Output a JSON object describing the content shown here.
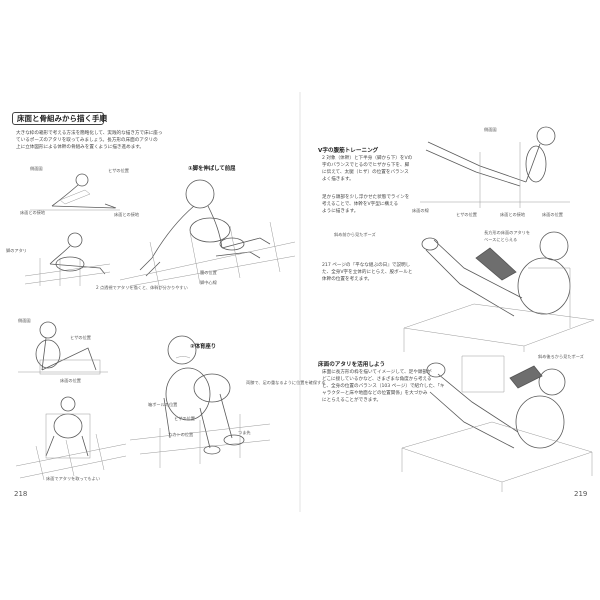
{
  "left_page": {
    "section_title": "床面と骨組みから描く手順",
    "intro_lines": [
      "大きな枠の箱形で考える方法を簡略化して、実践的な描き方で床に座っ",
      "ているポーズのアタリを取ってみましょう。長方形の床面のアタリの",
      "上に立体図形による体幹の骨組みを置くように描き進めます。"
    ],
    "step1": "①脚を伸ばして前屈",
    "step2": "②体育座り",
    "labels": {
      "side_view_1": "側面図",
      "joint_position": "ヒザの位置",
      "floor_contact": "床面との接地",
      "leg_atari": "脚のアタリ",
      "grid_note": "2 点透視でアタリを描くと、体幹が分かりやすい",
      "ground_contact": "床面との接地",
      "torso_note": "腰の位置",
      "hip_note": "脚中心線",
      "floor_position": "床面の位置",
      "knee_position": "ヒザの位置",
      "foot_position": "つま先",
      "heel_position": "カカトの位置",
      "box_note": "箱ボールの位置",
      "side_view_2": "側面図",
      "knee_label": "ヒザの位置",
      "floor_label": "床面の位置",
      "joint_note": "両膝で、足の重なるように位置を確保する",
      "bottom_note": "床面でアタリを取ってもよい"
    },
    "page_number": "218"
  },
  "right_page": {
    "heading1": "V字の腹筋トレーニング",
    "heading1_lines": [
      "2 対象（体幹）と下半身（脚から下）をVの",
      "字のバランスでとるのでヒザから下を、脚",
      "に伝えて、太腿（ヒザ）の位置をバランス",
      "よく描きます。"
    ],
    "side_view": "側面図",
    "pose_labels": {
      "floor_line": "床面の線",
      "knee": "ヒザの位置",
      "hip_floor": "床面との接地",
      "torso_pos": "床面の位置"
    },
    "mid_note_lines": [
      "足から頭部を少し浮かせた状態でラインを",
      "考えることで、体幹をV字型に構える",
      "ように描きます。"
    ],
    "diag_label1": "斜め前から見たポーズ",
    "diag_label1_note": [
      "長方形の床面のアタリを",
      "ベースにとらえる"
    ],
    "ref_note_lines": [
      "217 ページの『平なな組ぶの日』で説明し",
      "た、全身V字を立体的にとらえ、股ボールと",
      "体幹の位置を考えます。"
    ],
    "heading2": "床面のアタリを活用しよう",
    "heading2_lines": [
      "床面に長方形の枠を描いてイメージして、足や頭部が",
      "どこに接しているかなど、さまざまな角度から考える",
      "と、全身の位置のバランス（103 ページ）で紹介した、「キ",
      "ャラクターと床や地面などの位置関係」を大づかみ",
      "にとらえることができます。"
    ],
    "diag_label2": "斜め後ろから見たポーズ",
    "page_number": "219"
  }
}
